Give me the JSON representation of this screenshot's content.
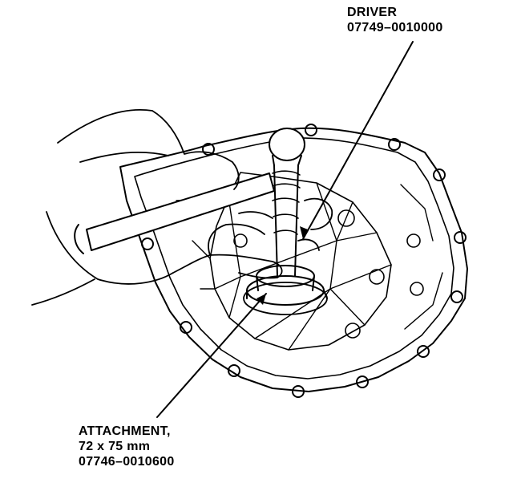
{
  "callouts": {
    "driver": {
      "name": "DRIVER",
      "part_number": "07749–0010000"
    },
    "attachment": {
      "name": "ATTACHMENT,",
      "size": "72 x 75 mm",
      "part_number": "07746–0010600"
    }
  },
  "colors": {
    "line": "#000000",
    "background": "#ffffff"
  }
}
